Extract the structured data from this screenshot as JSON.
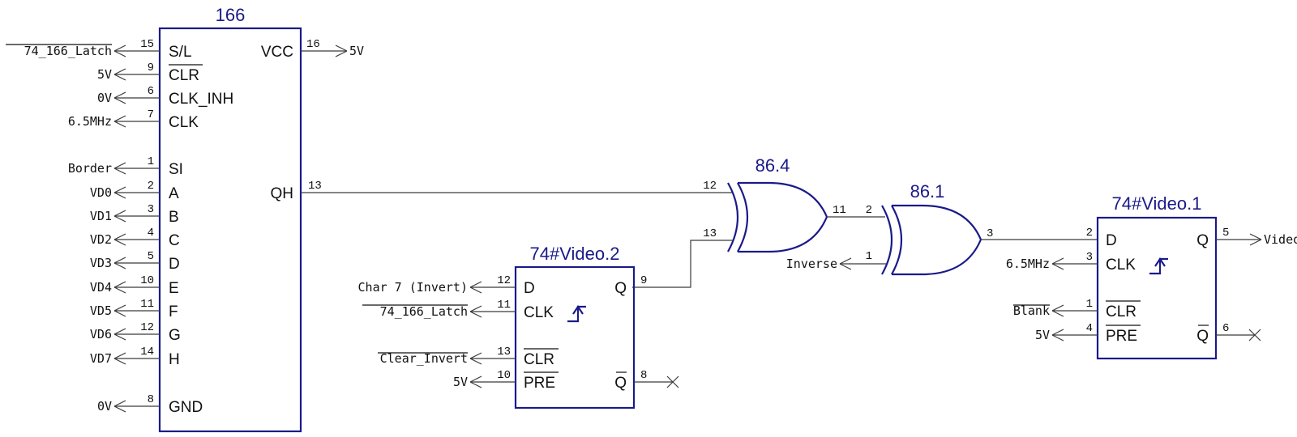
{
  "u166": {
    "ref": "166",
    "pins": {
      "sl": {
        "num": "15",
        "label": "S/L",
        "net": "74_166_Latch"
      },
      "clr": {
        "num": "9",
        "label": "CLR",
        "net": "5V"
      },
      "inh": {
        "num": "6",
        "label": "CLK_INH",
        "net": "0V"
      },
      "clk": {
        "num": "7",
        "label": "CLK",
        "net": "6.5MHz"
      },
      "si": {
        "num": "1",
        "label": "SI",
        "net": "Border"
      },
      "a": {
        "num": "2",
        "label": "A",
        "net": "VD0"
      },
      "b": {
        "num": "3",
        "label": "B",
        "net": "VD1"
      },
      "c": {
        "num": "4",
        "label": "C",
        "net": "VD2"
      },
      "d": {
        "num": "5",
        "label": "D",
        "net": "VD3"
      },
      "e": {
        "num": "10",
        "label": "E",
        "net": "VD4"
      },
      "f": {
        "num": "11",
        "label": "F",
        "net": "VD5"
      },
      "g": {
        "num": "12",
        "label": "G",
        "net": "VD6"
      },
      "h": {
        "num": "14",
        "label": "H",
        "net": "VD7"
      },
      "gnd": {
        "num": "8",
        "label": "GND",
        "net": "0V"
      },
      "vcc": {
        "num": "16",
        "label": "VCC",
        "net": "5V"
      },
      "qh": {
        "num": "13",
        "label": "QH"
      }
    }
  },
  "u864": {
    "ref": "86.4",
    "pins": {
      "in1": "12",
      "in2": "13",
      "out": "11"
    }
  },
  "u861": {
    "ref": "86.1",
    "pins": {
      "in1": "2",
      "in2": "1",
      "out": "3",
      "in2_net": "Inverse"
    }
  },
  "ff2": {
    "ref": "74#Video.2",
    "pins": {
      "d": {
        "num": "12",
        "label": "D",
        "net": "Char 7 (Invert)"
      },
      "clk": {
        "num": "11",
        "label": "CLK",
        "net": "74_166_Latch"
      },
      "clr": {
        "num": "13",
        "label": "CLR",
        "net": "Clear_Invert"
      },
      "pre": {
        "num": "10",
        "label": "PRE",
        "net": "5V"
      },
      "q": {
        "num": "9",
        "label": "Q"
      },
      "qn": {
        "num": "8",
        "label": "Q"
      }
    }
  },
  "ff1": {
    "ref": "74#Video.1",
    "pins": {
      "d": {
        "num": "2",
        "label": "D"
      },
      "clk": {
        "num": "3",
        "label": "CLK",
        "net": "6.5MHz"
      },
      "clr": {
        "num": "1",
        "label": "CLR",
        "net": "Blank"
      },
      "pre": {
        "num": "4",
        "label": "PRE",
        "net": "5V"
      },
      "q": {
        "num": "5",
        "label": "Q",
        "net": "Video"
      },
      "qn": {
        "num": "6",
        "label": "Q"
      }
    }
  },
  "colors": {
    "component": "#1a1a8a",
    "wire": "#3a3a3a",
    "text": "#111111"
  }
}
